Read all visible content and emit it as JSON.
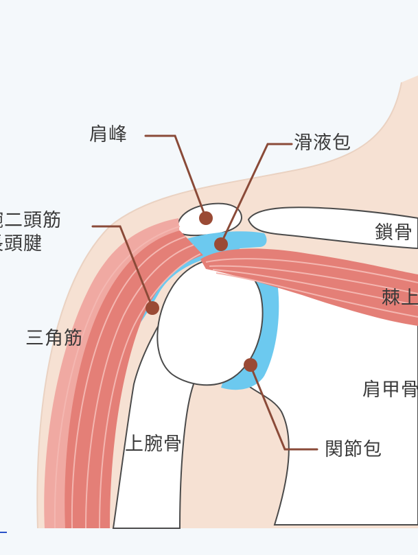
{
  "diagram": {
    "labels": {
      "acromion": "肩峰",
      "bursa": "滑液包",
      "biceps_tendon_line1": "腕二頭筋",
      "biceps_tendon_line2": "長頭腱",
      "clavicle": "鎖骨",
      "supraspinatus": "棘上",
      "deltoid": "三角筋",
      "scapula": "肩甲骨",
      "humerus": "上腕骨",
      "joint_capsule": "関節包"
    },
    "colors": {
      "background": "#f4f8fb",
      "skin": "#f6e1d3",
      "bone": "#ffffff",
      "outline": "#4a4a4a",
      "muscle": "#e47f77",
      "muscle_light": "#f0a9a2",
      "bursa_blue": "#6cc9ef",
      "leader_line": "#8a4a38",
      "marker_dot": "#9a4a35",
      "text": "#3a3a3a"
    }
  }
}
